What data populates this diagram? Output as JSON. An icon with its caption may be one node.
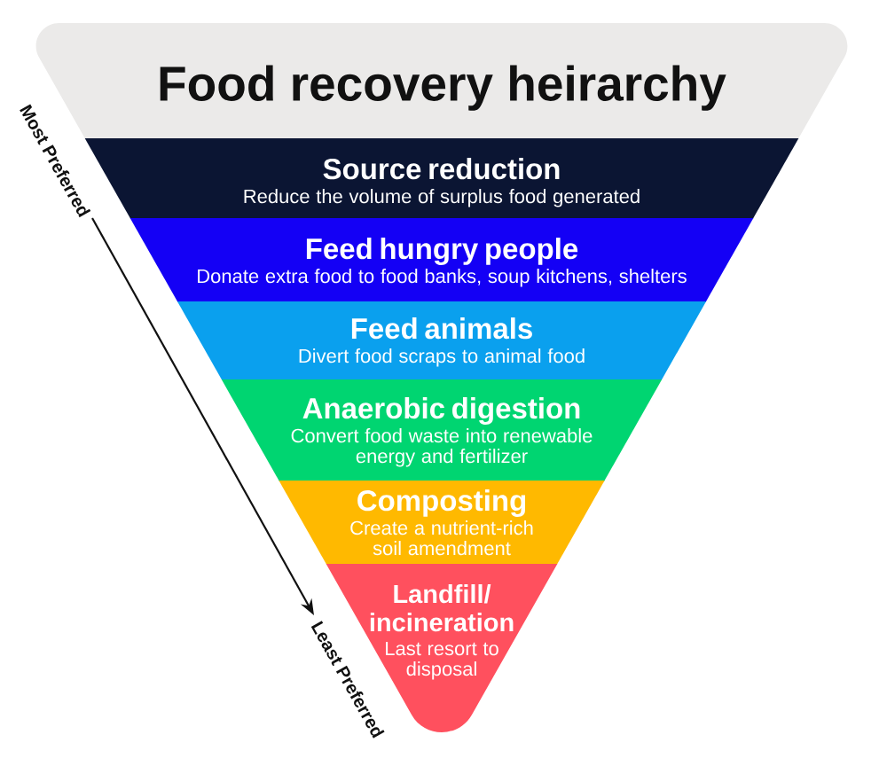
{
  "diagram": {
    "title": "Food recovery heirarchy",
    "nodes": [
      {
        "text": [
          "Source reduction",
          "Reduce the volume of surplus food generated"
        ]
      },
      {
        "text": [
          "Feed hungry people",
          "Donate extra food to food banks, soup kitchens, shelters"
        ]
      },
      {
        "text": [
          "Feed animals",
          "Divert food scraps to animal food"
        ]
      },
      {
        "text": [
          "Anaerobic digestion",
          "Convert food waste into renewable energy and fertilizer"
        ]
      },
      {
        "text": [
          "Composting",
          "Create a nutrient-rich soil amendment"
        ]
      },
      {
        "text": [
          "Landfill/ incineration",
          "Last resort to disposal"
        ]
      }
    ],
    "labels": [
      "Most Preferred",
      "Least Preferred"
    ]
  }
}
